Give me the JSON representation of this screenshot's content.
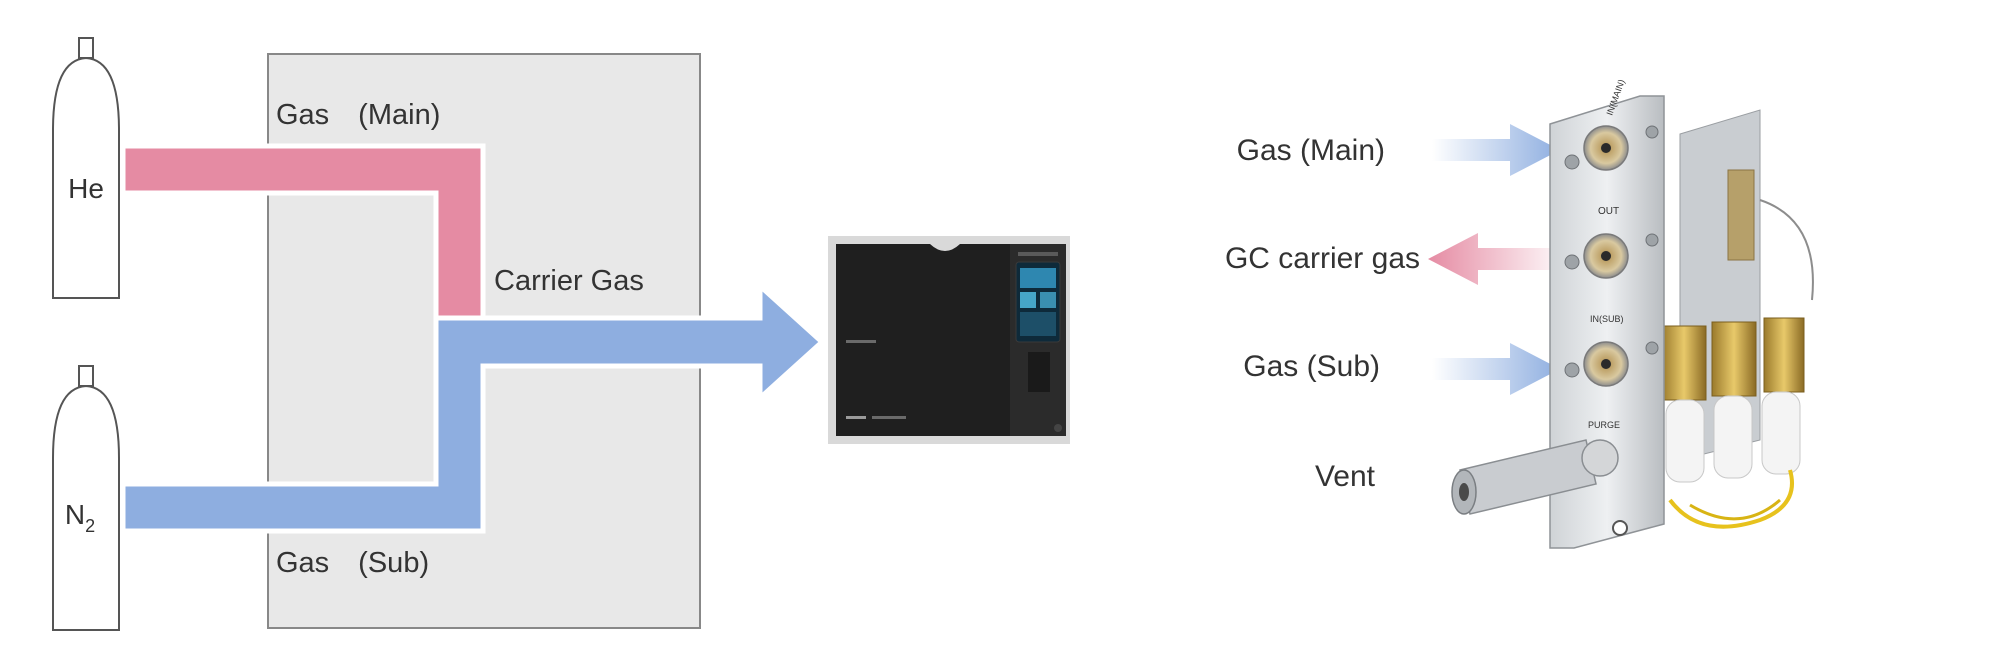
{
  "diagram": {
    "cylinders": {
      "top_label": "He",
      "bottom_label": "N",
      "bottom_subscript": "2"
    },
    "switcher_box": {
      "main_label": "Gas　(Main)",
      "sub_label": "Gas　(Sub)",
      "carrier_label": "Carrier Gas"
    },
    "colors": {
      "main_gas": "#e58ba3",
      "sub_gas": "#8eaee0",
      "box_fill": "#e8e8e8",
      "box_border": "#888888"
    },
    "icons": [
      "gas-cylinder-icon",
      "gas-chromatograph-icon",
      "gas-selector-unit-icon"
    ]
  },
  "ports": {
    "main": "Gas (Main)",
    "carrier": "GC carrier gas",
    "sub": "Gas (Sub)",
    "vent": "Vent"
  },
  "device_labels": {
    "in_main": "IN(MAIN)",
    "out": "OUT",
    "in_sub": "IN(SUB)",
    "purge": "PURGE"
  }
}
